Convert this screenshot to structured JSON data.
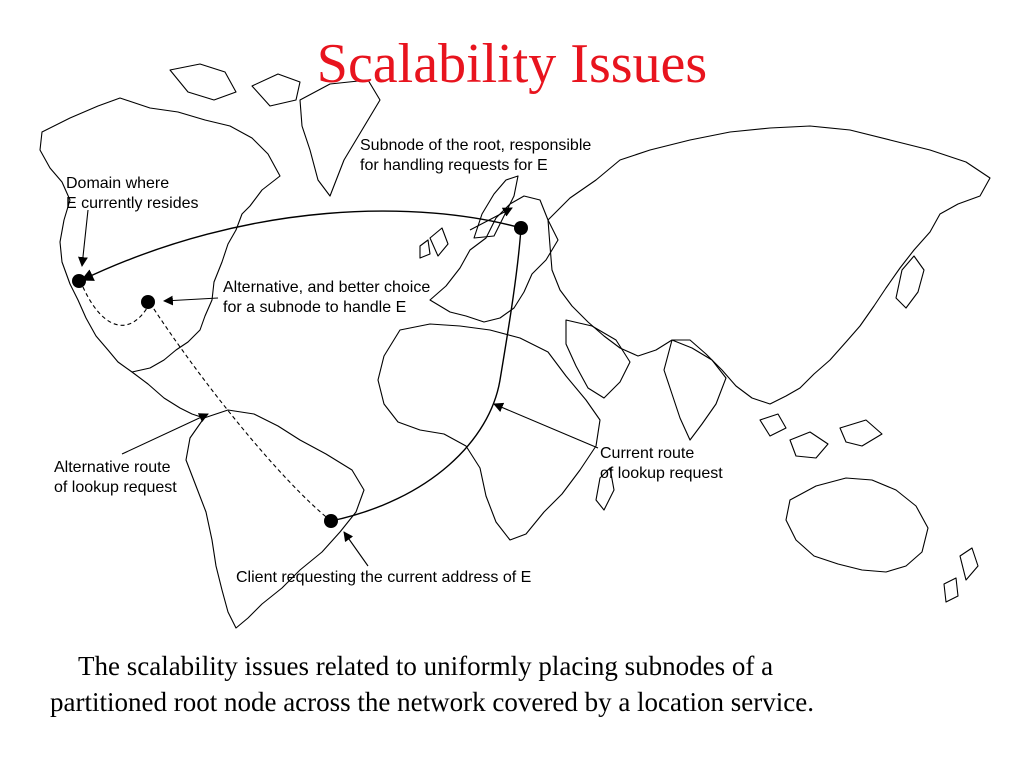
{
  "title": "Scalability Issues",
  "labels": {
    "domain_line1": "Domain where",
    "domain_line2": "E currently resides",
    "subnode_line1": "Subnode of the root, responsible",
    "subnode_line2": "for handling requests for E",
    "alternative_choice_line1": "Alternative, and better choice",
    "alternative_choice_line2": "for a subnode to handle E",
    "current_route_line1": "Current route",
    "current_route_line2": "of lookup request",
    "alternative_route_line1": "Alternative route",
    "alternative_route_line2": "of lookup request",
    "client": "Client requesting the current address of E"
  },
  "caption": {
    "line1": "The scalability issues related to uniformly placing subnodes of a",
    "line2": "partitioned root node across the network covered by a location service."
  },
  "colors": {
    "title": "#e8141e",
    "text": "#000000",
    "background": "#ffffff"
  }
}
